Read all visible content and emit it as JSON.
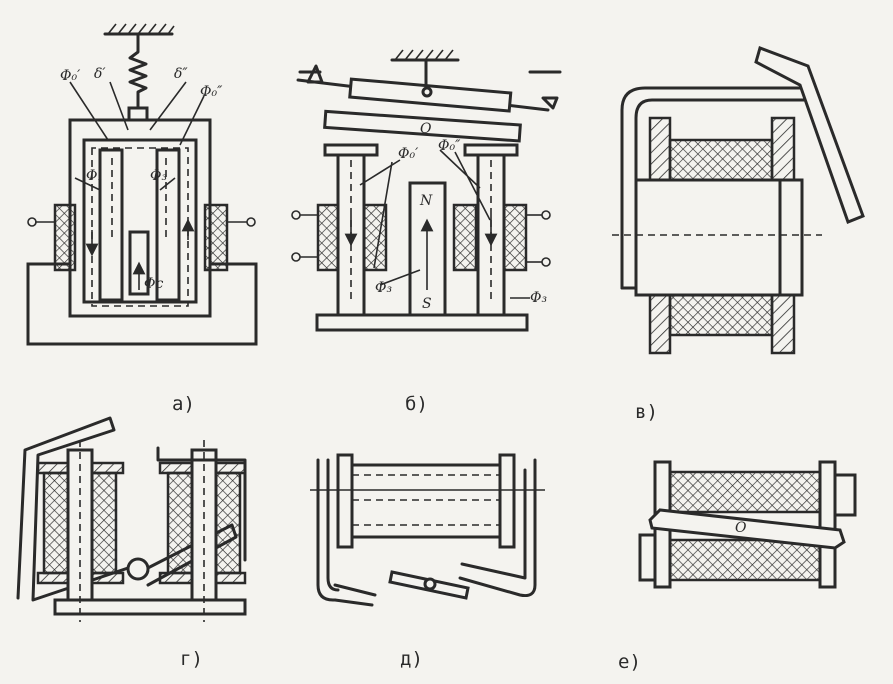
{
  "captions": {
    "a": "а)",
    "b": "б)",
    "v": "в)",
    "g": "г)",
    "d": "д)",
    "e": "е)"
  },
  "symbols": {
    "phi0_prime": "Φ₀′",
    "delta_prime": "δ′",
    "delta_dprime": "δ″",
    "phi0_dprime": "Φ₀″",
    "phi1": "Φ₁",
    "phi_b": "Φ₃",
    "phi_c": "Φс",
    "phi_b2": "Φ₃",
    "phi_b3": "Φ₃",
    "N": "N",
    "S": "S",
    "O_b": "O",
    "O_e": "O"
  }
}
